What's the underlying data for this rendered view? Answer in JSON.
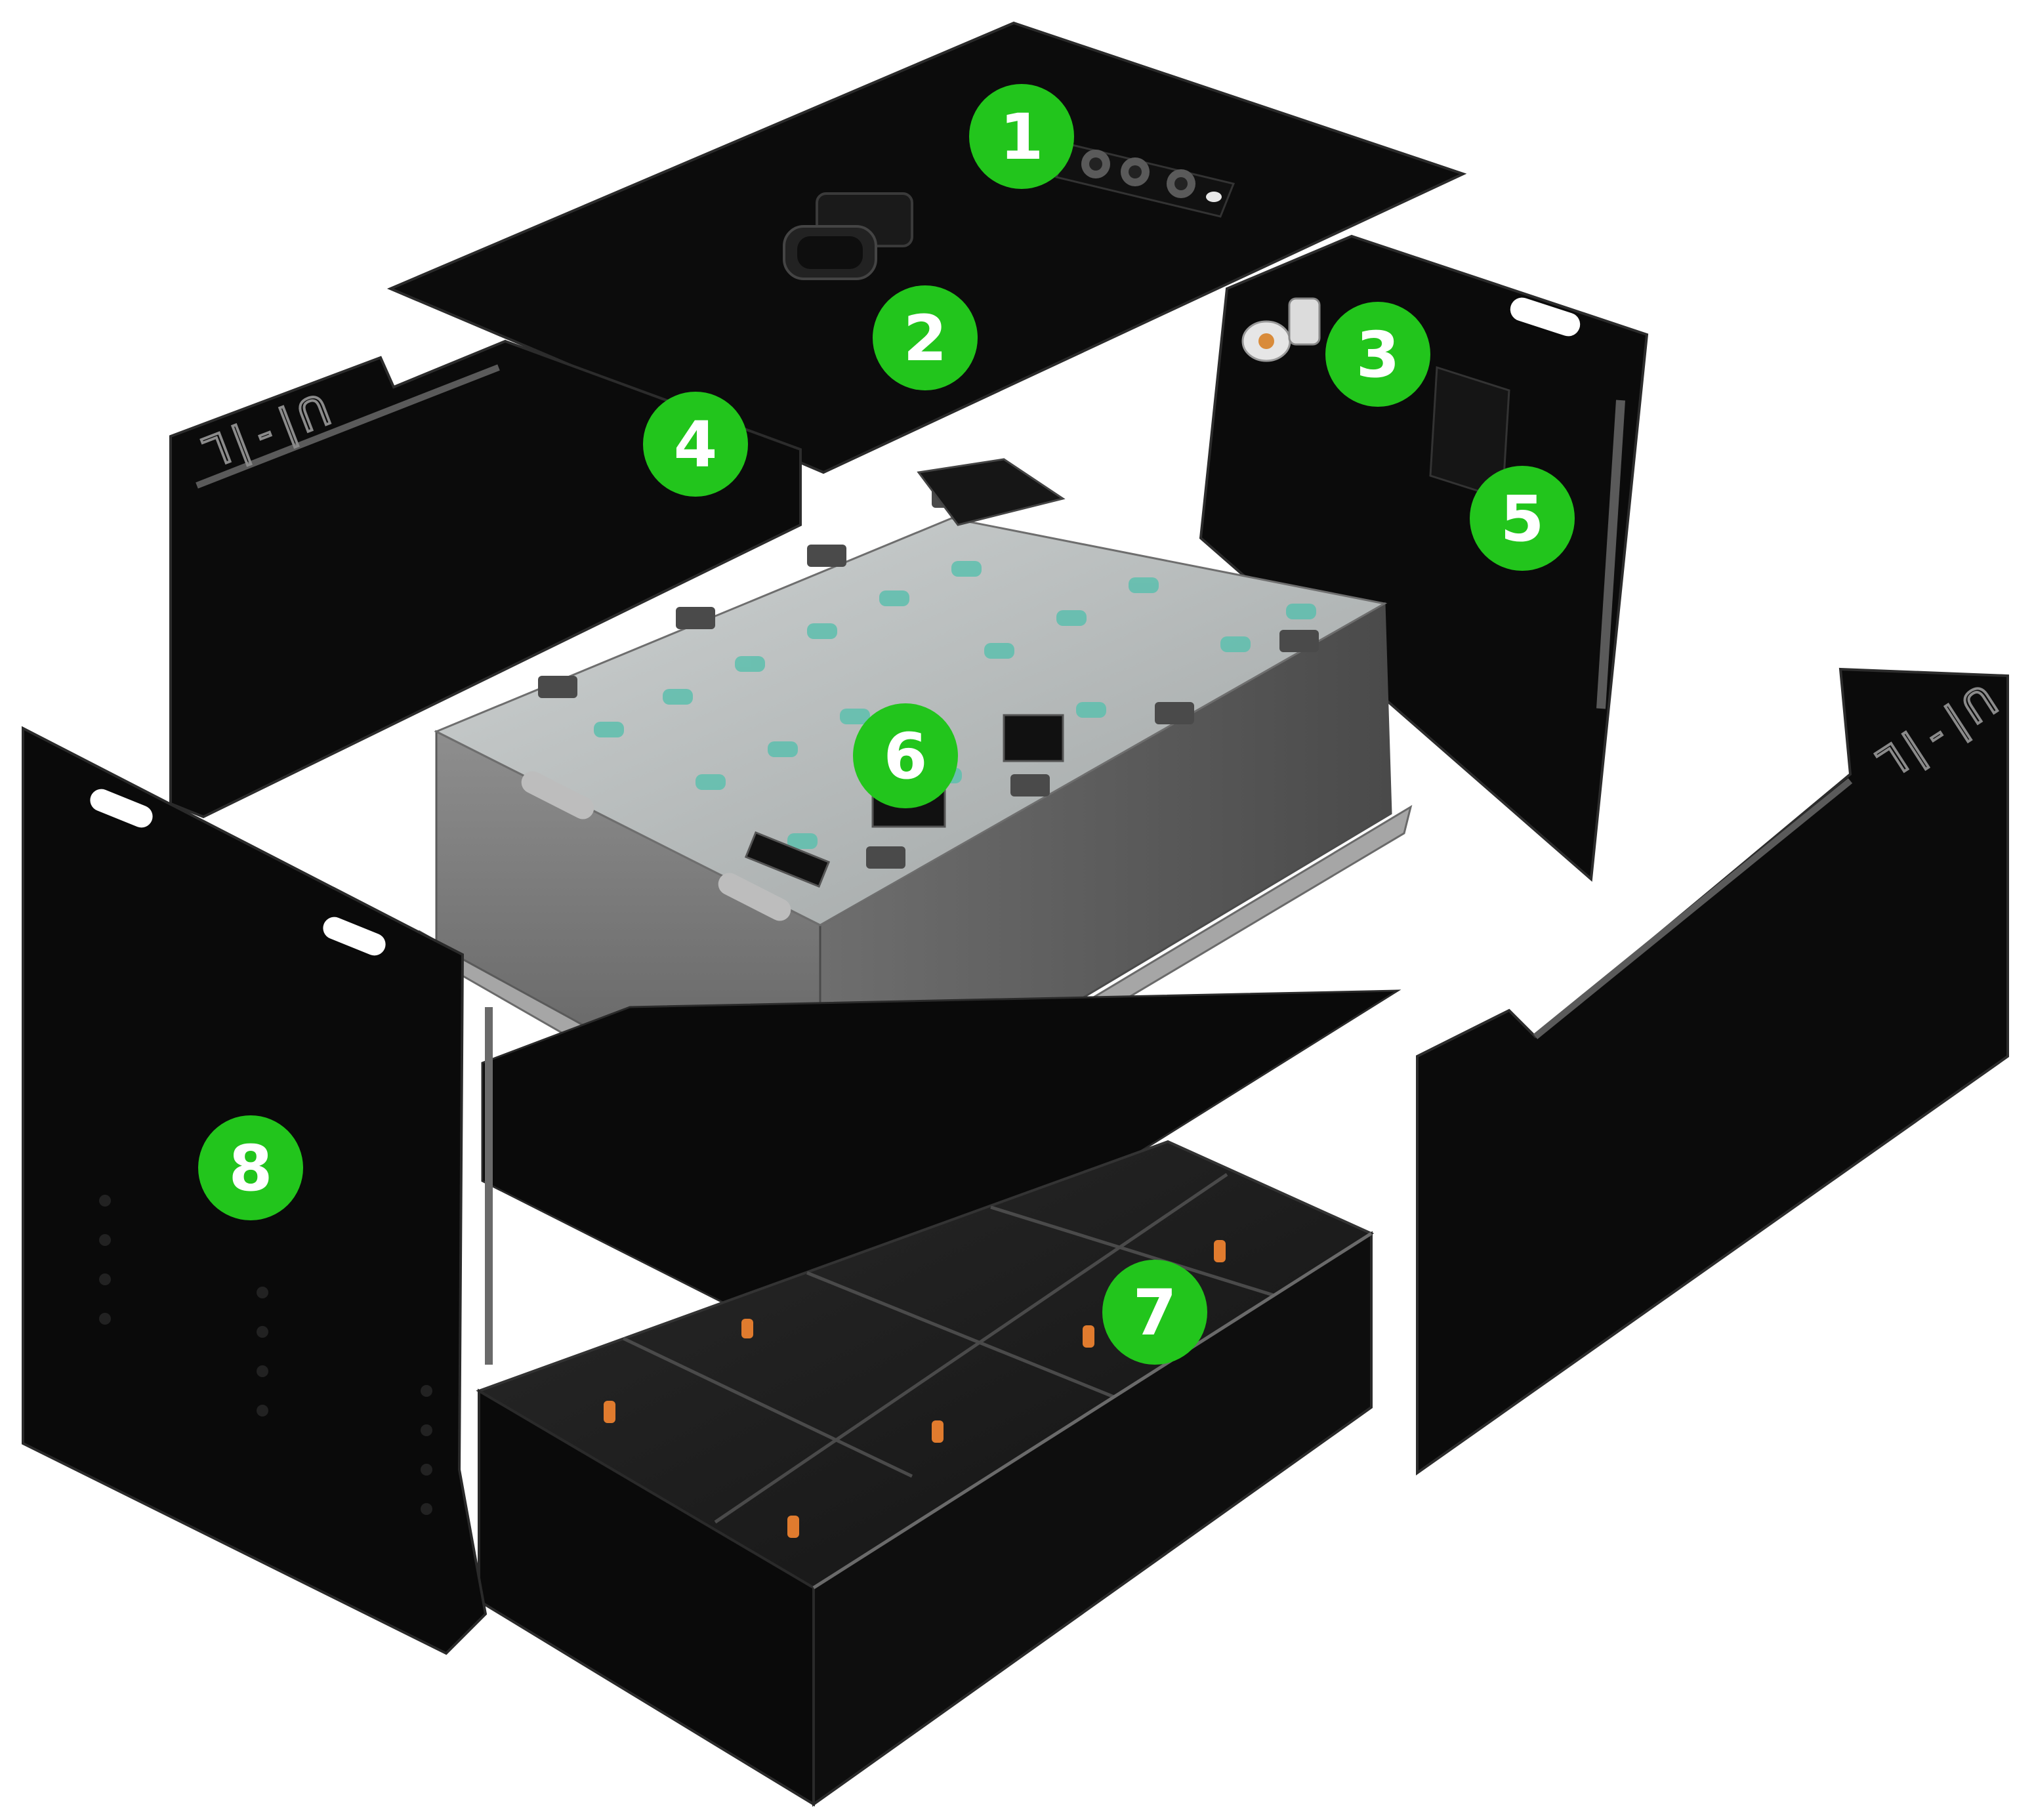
{
  "diagram": {
    "type": "exploded-view",
    "colors": {
      "background": "#ffffff",
      "badge": "#22c51c",
      "badge_text": "#ffffff",
      "panel": "#0b0b0b",
      "panel_edge": "#3a3a3a",
      "module_grey": "#8f8f8f",
      "terminal": "#e07b2e"
    },
    "callouts": [
      {
        "label": "1"
      },
      {
        "label": "2"
      },
      {
        "label": "3"
      },
      {
        "label": "4"
      },
      {
        "label": "5"
      },
      {
        "label": "6"
      },
      {
        "label": "7"
      },
      {
        "label": "8"
      }
    ]
  }
}
